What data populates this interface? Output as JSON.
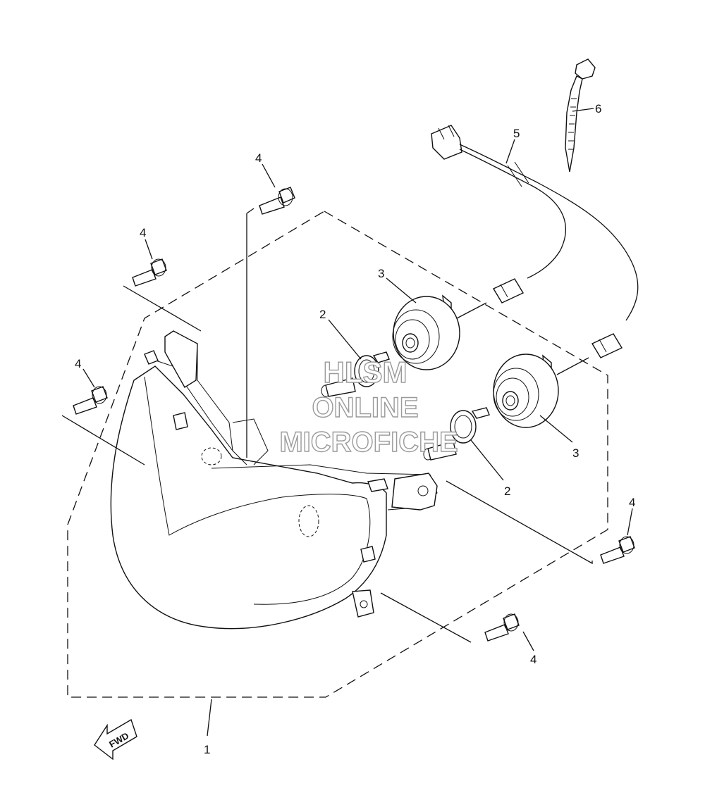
{
  "callouts": {
    "c1": "1",
    "c2a": "2",
    "c2b": "2",
    "c3a": "3",
    "c3b": "3",
    "c4a": "4",
    "c4b": "4",
    "c4c": "4",
    "c4d": "4",
    "c4e": "4",
    "c5": "5",
    "c6": "6"
  },
  "watermark": {
    "line1": "HLSM",
    "line2": "ONLINE",
    "line3": "MICROFICHE"
  },
  "direction_arrow": {
    "label": "FWD"
  }
}
